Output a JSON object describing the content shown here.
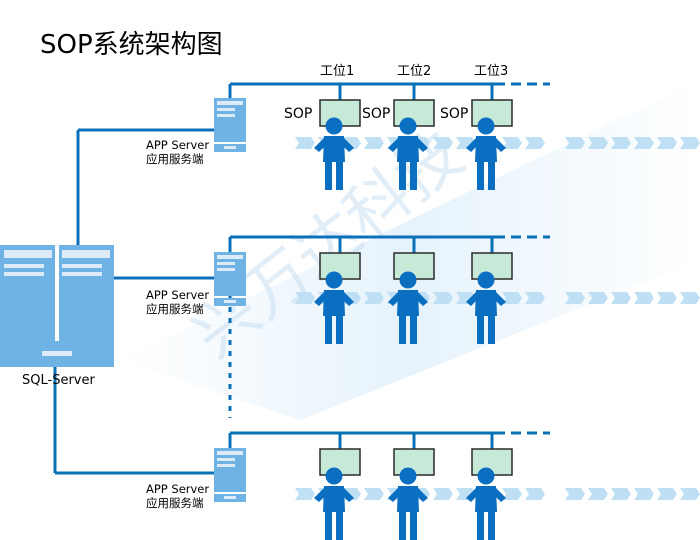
{
  "title": "SOP系统架构图",
  "database": {
    "label": "SQL-Server"
  },
  "app_servers": [
    {
      "label": "APP Server",
      "sublabel": "应用服务端"
    },
    {
      "label": "APP Server",
      "sublabel": "应用服务端"
    },
    {
      "label": "APP Server",
      "sublabel": "应用服务端"
    }
  ],
  "stations": [
    "工位1",
    "工位2",
    "工位3"
  ],
  "sop_label": "SOP",
  "watermark": "兴万达科技",
  "colors": {
    "line": "#0a70b8",
    "server_fill": "#6fb2e4",
    "server_light": "#dcebf7",
    "monitor_screen": "#c7ead8",
    "person": "#0a6fc0",
    "conveyor": "#bfe0f4"
  }
}
